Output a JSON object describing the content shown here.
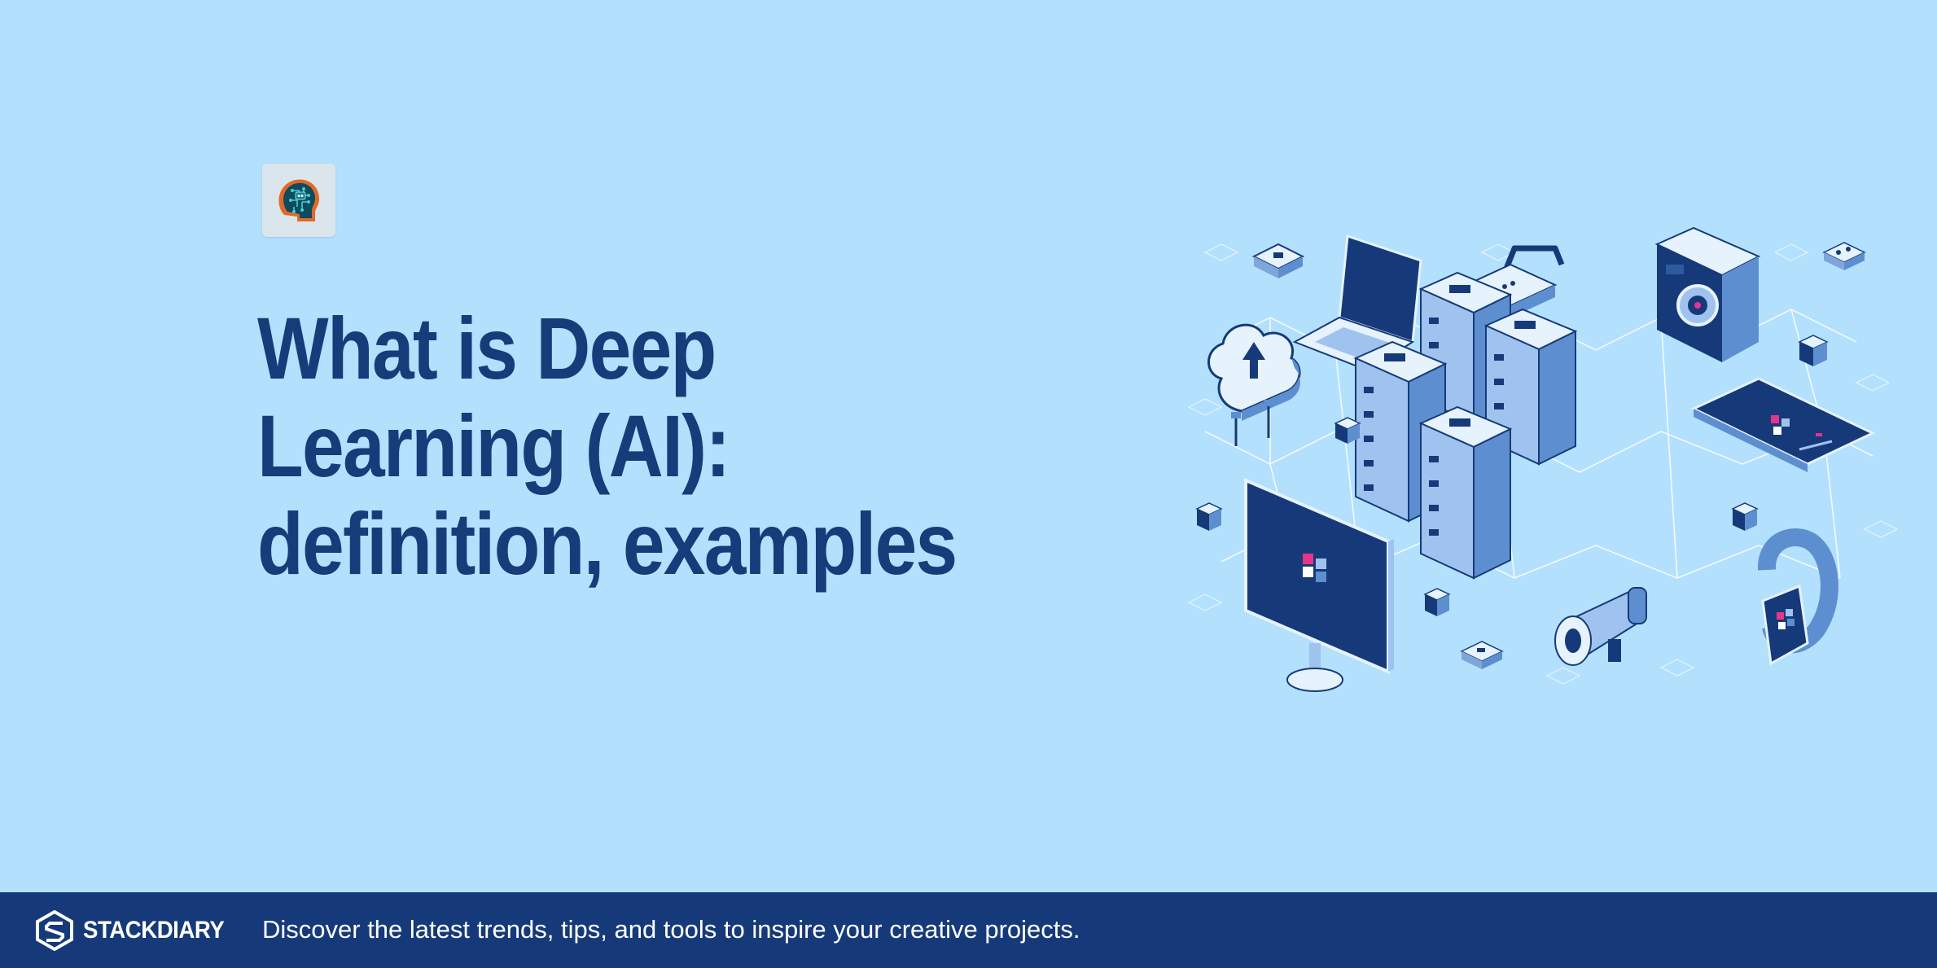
{
  "article": {
    "title": "What is Deep Learning (AI): definition, examples",
    "thumbnail_icon": "ai-head-circuit-icon"
  },
  "illustration": {
    "icons": [
      "laptop-icon",
      "cloud-upload-icon",
      "server-rack-icon",
      "router-icon",
      "camera-icon",
      "smartphone-icon",
      "monitor-icon",
      "megaphone-icon",
      "smartwatch-icon",
      "chip-icon"
    ],
    "colors": {
      "navy": "#163a79",
      "light_blue": "#b3e0fd",
      "mid_blue": "#5d8fd0",
      "accent_pink": "#e8338a"
    }
  },
  "footer": {
    "brand_name": "STACKDIARY",
    "brand_icon": "stackdiary-logo-icon",
    "tagline": "Discover the latest trends, tips, and tools to inspire your creative projects."
  }
}
